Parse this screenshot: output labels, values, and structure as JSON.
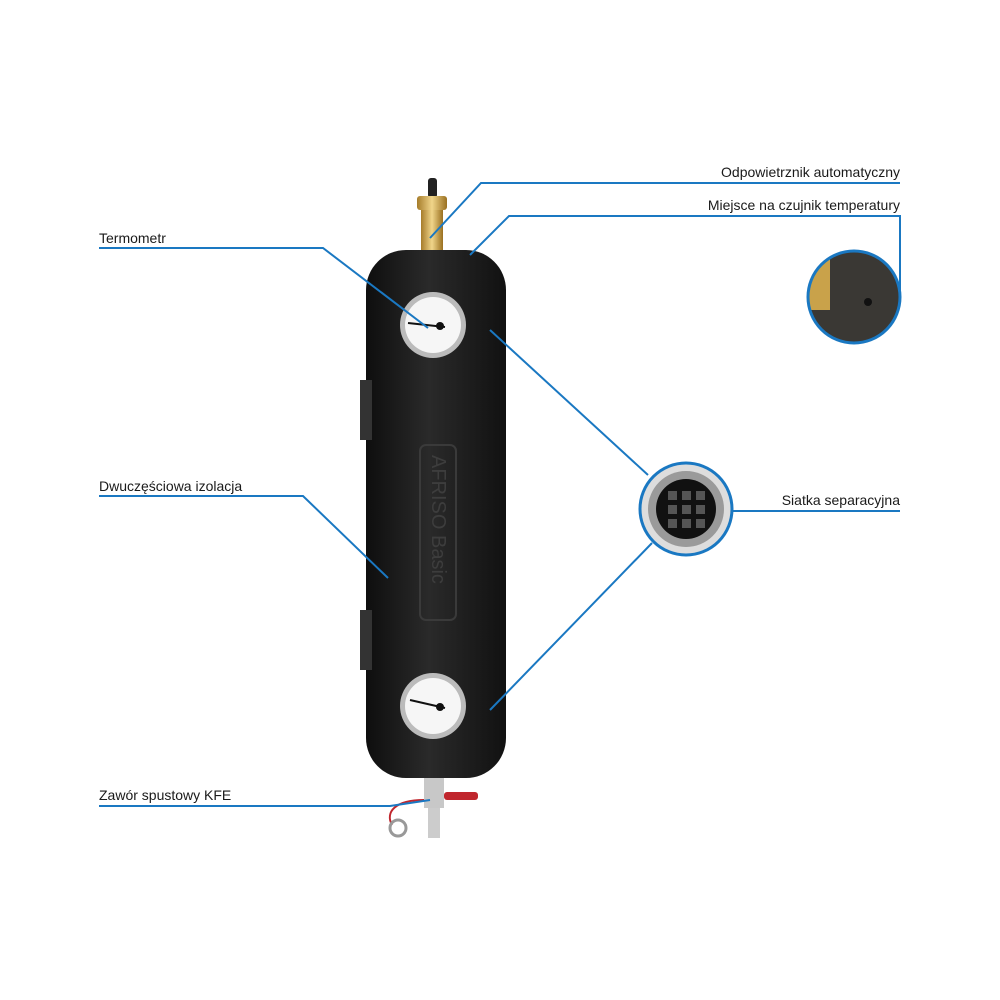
{
  "labels": {
    "air_vent": "Odpowietrznik automatyczny",
    "sensor_place": "Miejsce na czujnik temperatury",
    "thermometer": "Termometr",
    "insulation": "Dwuczęściowa izolacja",
    "separation_mesh": "Siatka separacyjna",
    "drain_valve": "Zawór spustowy KFE"
  },
  "product": {
    "brand_text": "AFRISO Basic"
  },
  "colors": {
    "callout_line": "#1a78c2",
    "insulation": "#1c1c1c",
    "brass": "#c9a24a"
  }
}
